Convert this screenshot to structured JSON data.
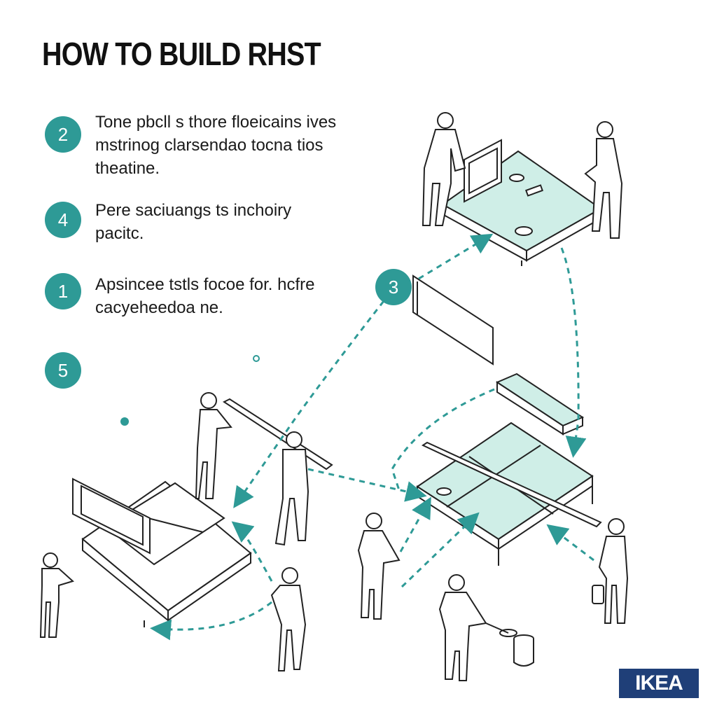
{
  "title": "HOW TO BUILD RHST",
  "steps": [
    {
      "number": "2",
      "text": "Tone pbcll s thore floeicains ives mstrinog clarsendao tocna tios theatine."
    },
    {
      "number": "4",
      "text": "Pere saciuangs ts inchoiry pacitc."
    },
    {
      "number": "1",
      "text": "Apsincee tstls focoe for. hcfre cacyeheedoa ne."
    },
    {
      "number": "5",
      "text": ""
    }
  ],
  "diagram_badge": "3",
  "logo": "IKEA",
  "colors": {
    "accent": "#2e9a96",
    "panel_fill": "#cfeee7",
    "logo_bg": "#1f3f78"
  }
}
